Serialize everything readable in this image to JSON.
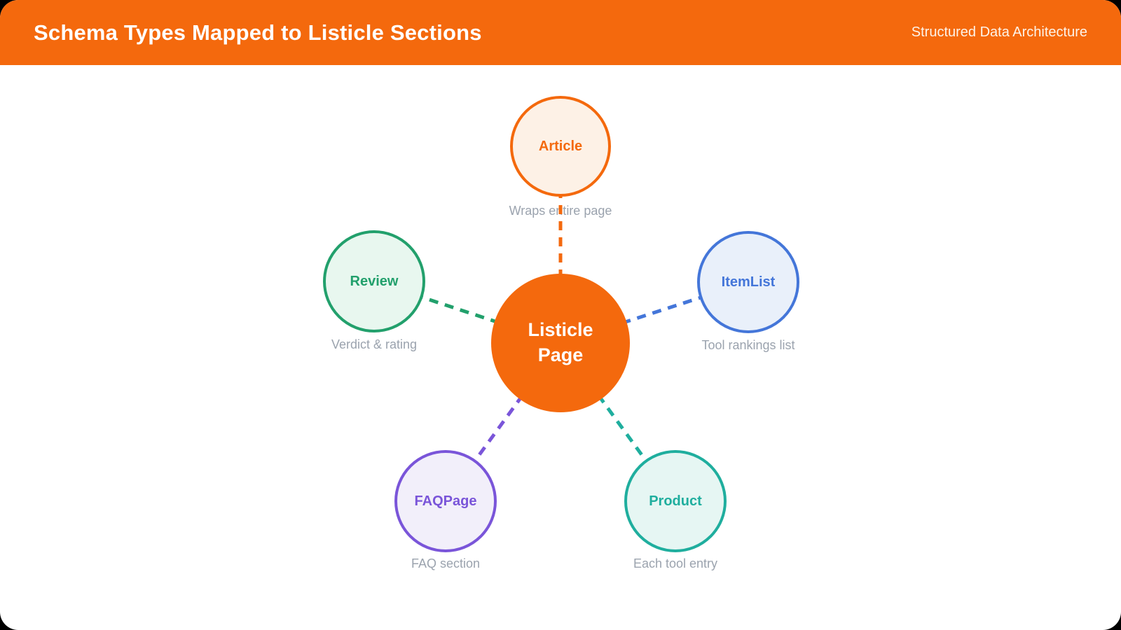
{
  "header": {
    "title": "Schema Types Mapped to Listicle Sections",
    "subtitle": "Structured Data Architecture",
    "background": "#F4690D"
  },
  "center": {
    "label": "Listicle Page",
    "line1": "Listicle",
    "line2": "Page",
    "fill": "#F4690D",
    "text_color": "#FFFFFF"
  },
  "nodes": [
    {
      "id": "article",
      "label": "Article",
      "caption": "Wraps entire page",
      "color": "#F4690D",
      "fill": "#FDF1E6"
    },
    {
      "id": "itemlist",
      "label": "ItemList",
      "caption": "Tool rankings list",
      "color": "#4476D9",
      "fill": "#E9F0FA"
    },
    {
      "id": "product",
      "label": "Product",
      "caption": "Each tool entry",
      "color": "#1FAE9E",
      "fill": "#E6F6F3"
    },
    {
      "id": "faqpage",
      "label": "FAQPage",
      "caption": "FAQ section",
      "color": "#7A55D9",
      "fill": "#F2EFFA"
    },
    {
      "id": "review",
      "label": "Review",
      "caption": "Verdict & rating",
      "color": "#22A06C",
      "fill": "#E8F7EF"
    }
  ],
  "diagram": {
    "caption_color": "#9BA3AE",
    "page_background": "#FFFFFF",
    "outer_background": "#000000"
  }
}
